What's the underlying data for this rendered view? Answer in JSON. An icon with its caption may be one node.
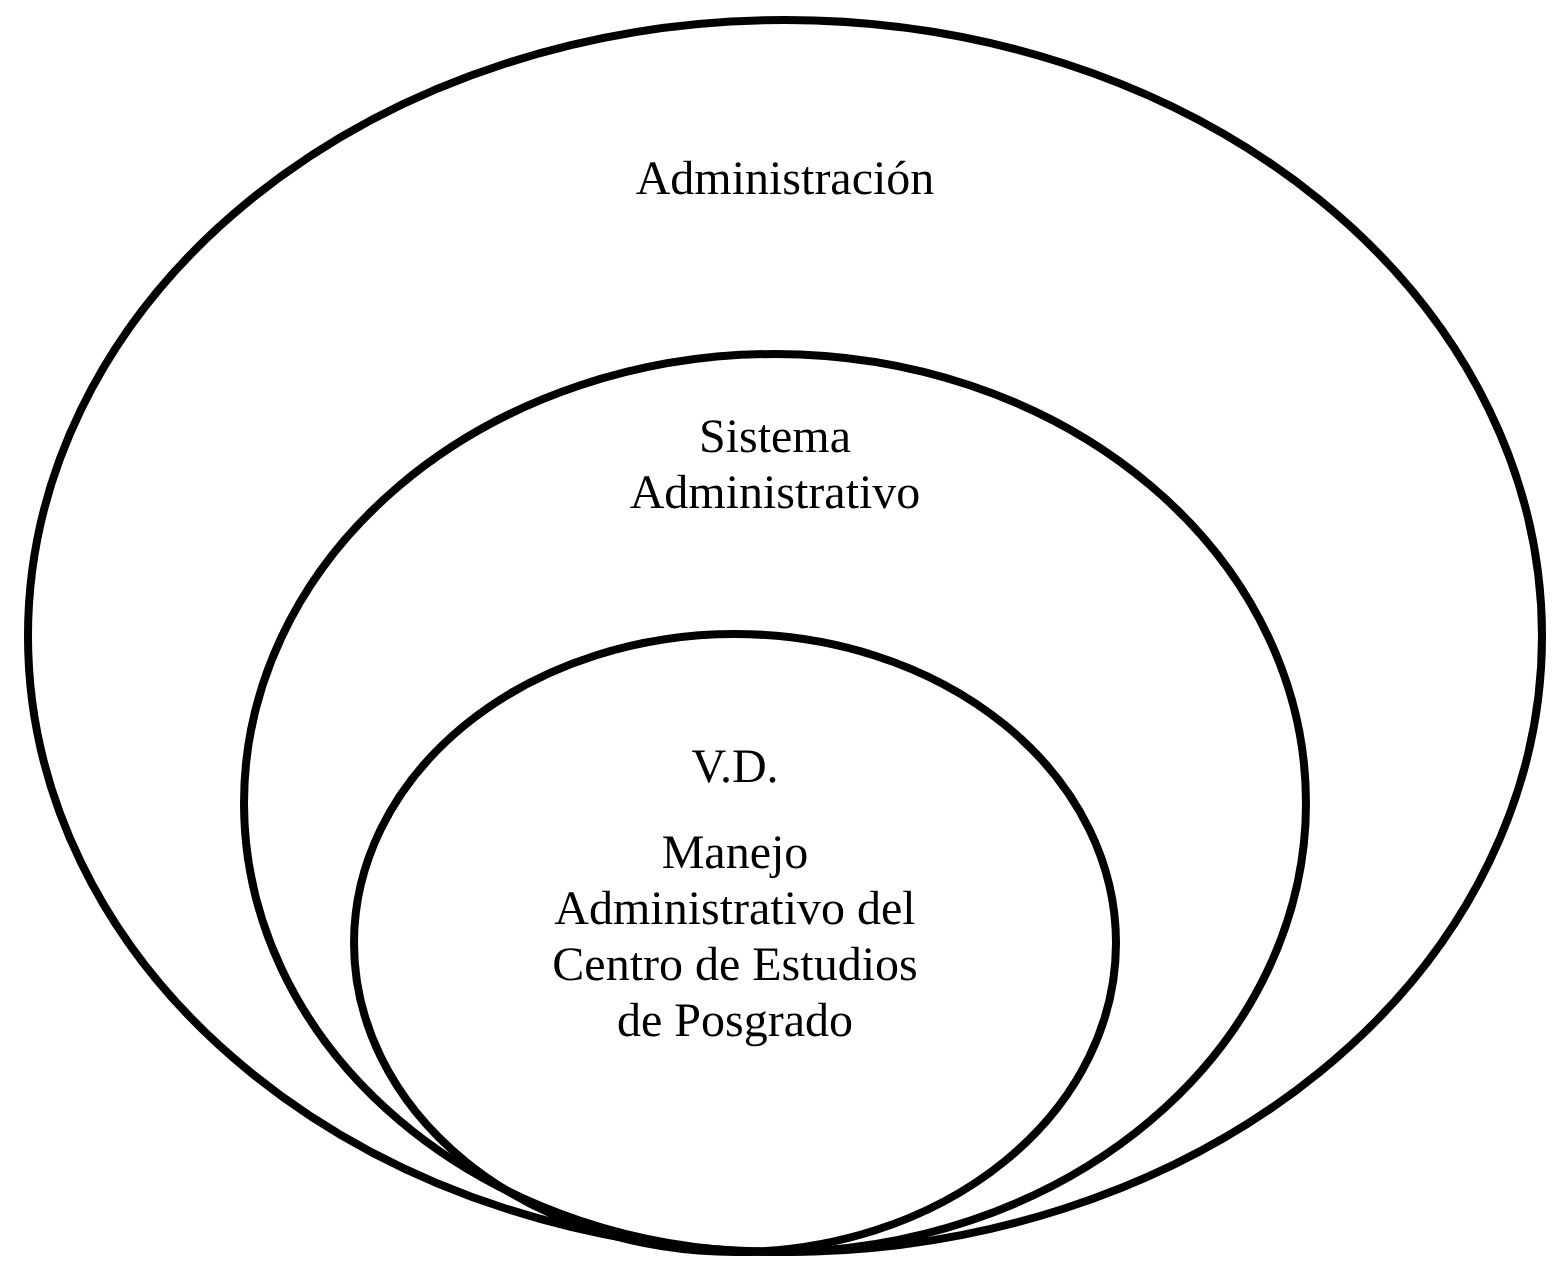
{
  "diagram": {
    "nodes": [
      {
        "text": [
          "Administración"
        ]
      },
      {
        "text": [
          "Sistema Administrativo"
        ],
        "in": 0
      },
      {
        "text": [
          "V.D.",
          "Manejo Administrativo del Centro de Estudios de Posgrado"
        ],
        "in": 1
      }
    ]
  }
}
